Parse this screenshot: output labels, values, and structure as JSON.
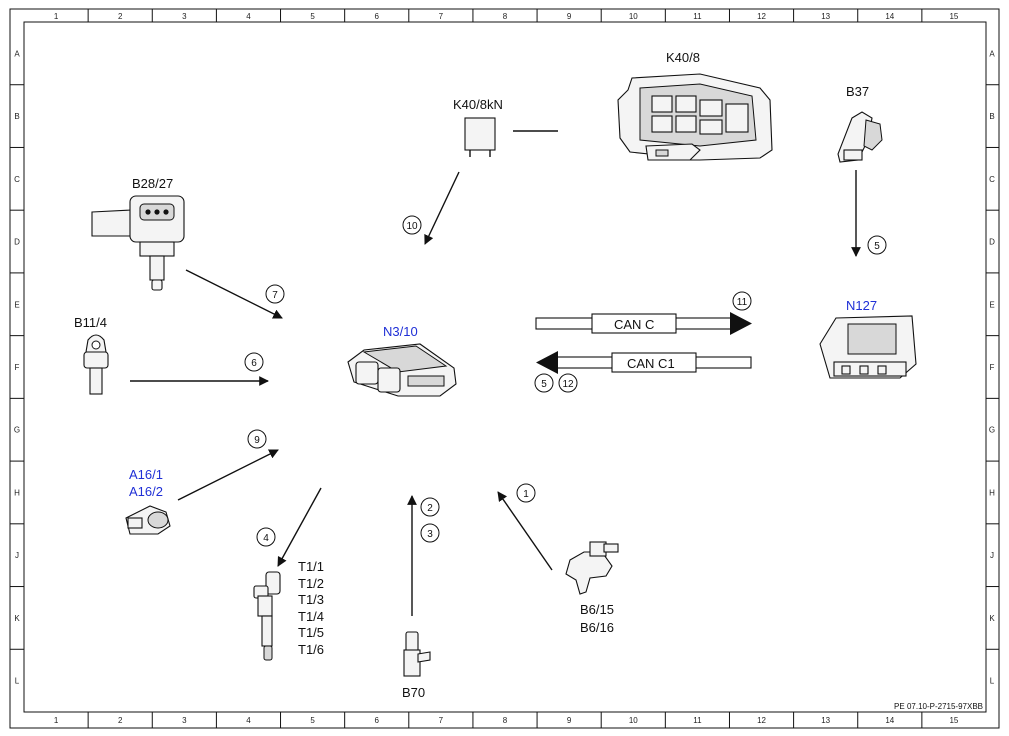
{
  "colors": {
    "line": "#111111",
    "blue_label": "#1f2fd6",
    "background": "#ffffff"
  },
  "grid": {
    "columns": [
      "1",
      "2",
      "3",
      "4",
      "5",
      "6",
      "7",
      "8",
      "9",
      "10",
      "11",
      "12",
      "13",
      "14",
      "15"
    ],
    "rows": [
      "A",
      "B",
      "C",
      "D",
      "E",
      "F",
      "G",
      "H",
      "J",
      "K",
      "L"
    ]
  },
  "components": {
    "k40_8": {
      "label": "K40/8",
      "icon": "fuse-relay-box-icon"
    },
    "k40_8kn": {
      "label": "K40/8kN",
      "icon": "relay-icon"
    },
    "b37": {
      "label": "B37",
      "icon": "accelerator-pedal-sensor-icon"
    },
    "b28_27": {
      "label": "B28/27",
      "icon": "pressure-sensor-icon"
    },
    "b11_4": {
      "label": "B11/4",
      "icon": "temperature-sensor-icon"
    },
    "n3_10": {
      "label": "N3/10",
      "icon": "engine-control-unit-icon"
    },
    "n127": {
      "label": "N127",
      "icon": "powertrain-control-unit-icon"
    },
    "a16": {
      "lines": [
        "A16/1",
        "A16/2"
      ],
      "icon": "knock-sensor-icon"
    },
    "t1": {
      "lines": [
        "T1/1",
        "T1/2",
        "T1/3",
        "T1/4",
        "T1/5",
        "T1/6"
      ],
      "icon": "ignition-coil-icon"
    },
    "b70": {
      "label": "B70",
      "icon": "crankshaft-sensor-icon"
    },
    "b6": {
      "lines": [
        "B6/15",
        "B6/16"
      ],
      "icon": "camshaft-sensor-icon"
    }
  },
  "buses": {
    "can_c": "CAN C",
    "can_c1": "CAN C1"
  },
  "callouts": [
    "10",
    "5",
    "7",
    "6",
    "9",
    "4",
    "2",
    "3",
    "1",
    "11",
    "5",
    "12"
  ],
  "reference": "PE 07.10-P-2715-97XBB"
}
